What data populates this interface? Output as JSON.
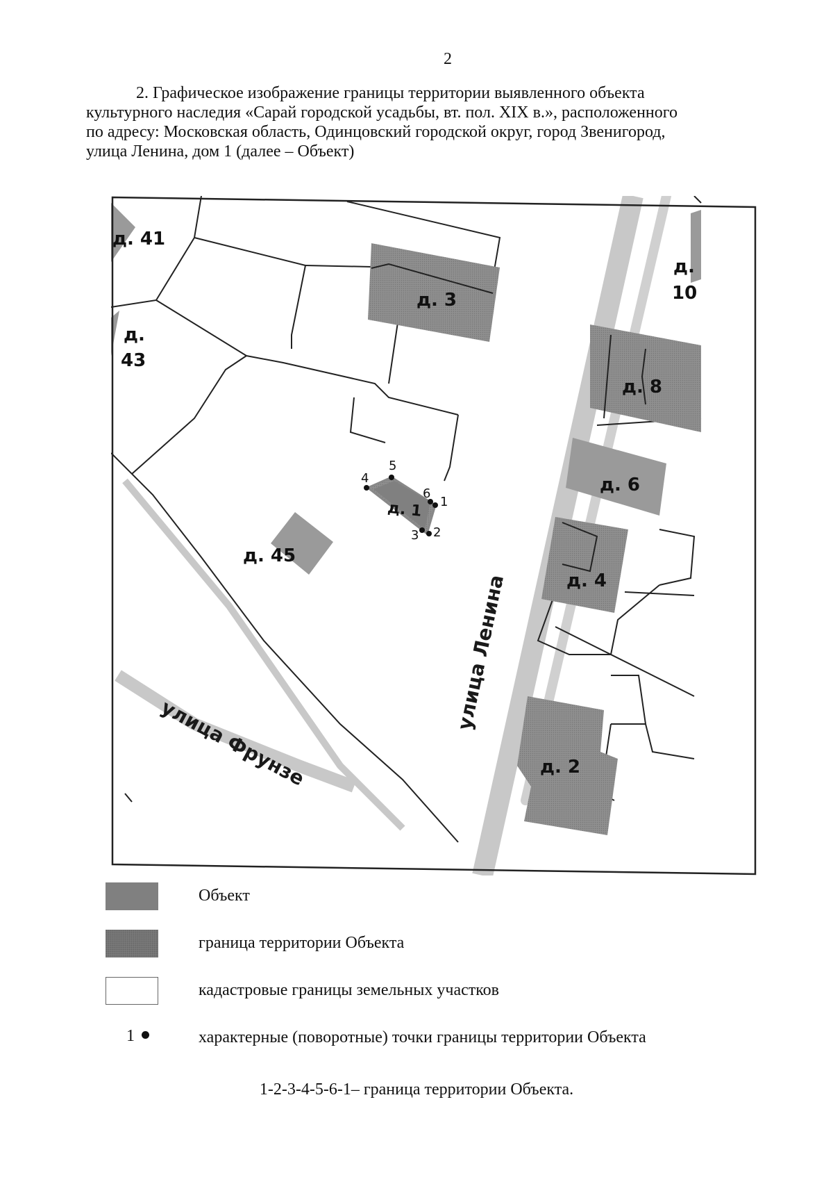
{
  "page_number": "2",
  "intro_lines": [
    "2. Графическое изображение границы территории выявленного объекта",
    "культурного наследия «Сарай городской усадьбы, вт. пол. XIX в.», расположенного",
    "по адресу: Московская область, Одинцовский городской округ, город Звенигород,",
    "улица Ленина, дом 1 (далее – Объект)"
  ],
  "map": {
    "building_labels": {
      "d41": "д. 41",
      "d43_a": "д.",
      "d43_b": "43",
      "d3": "д. 3",
      "d10_a": "д.",
      "d10_b": "10",
      "d8": "д. 8",
      "d6": "д. 6",
      "d1": "д. 1",
      "d45": "д. 45",
      "d4": "д. 4",
      "d2": "д. 2"
    },
    "streets": {
      "lenina": "улица Ленина",
      "frunze": "улица Фрунзе"
    },
    "boundary_points": [
      "1",
      "2",
      "3",
      "4",
      "5",
      "6"
    ],
    "colors": {
      "object": "#808080",
      "territory": "#8c8c8c",
      "building": "#9a9a9a",
      "street": "#c8c8c8"
    }
  },
  "legend": [
    {
      "swatch": "object",
      "label": "Объект"
    },
    {
      "swatch": "territory",
      "label": "граница территории Объекта"
    },
    {
      "swatch": "cadastral",
      "label": "кадастровые границы земельных участков"
    },
    {
      "swatch": "point",
      "symbol": "1",
      "label": "характерные (поворотные) точки границы территории Объекта"
    }
  ],
  "footer_sequence": "1-2-3-4-5-6-1– граница территории Объекта."
}
